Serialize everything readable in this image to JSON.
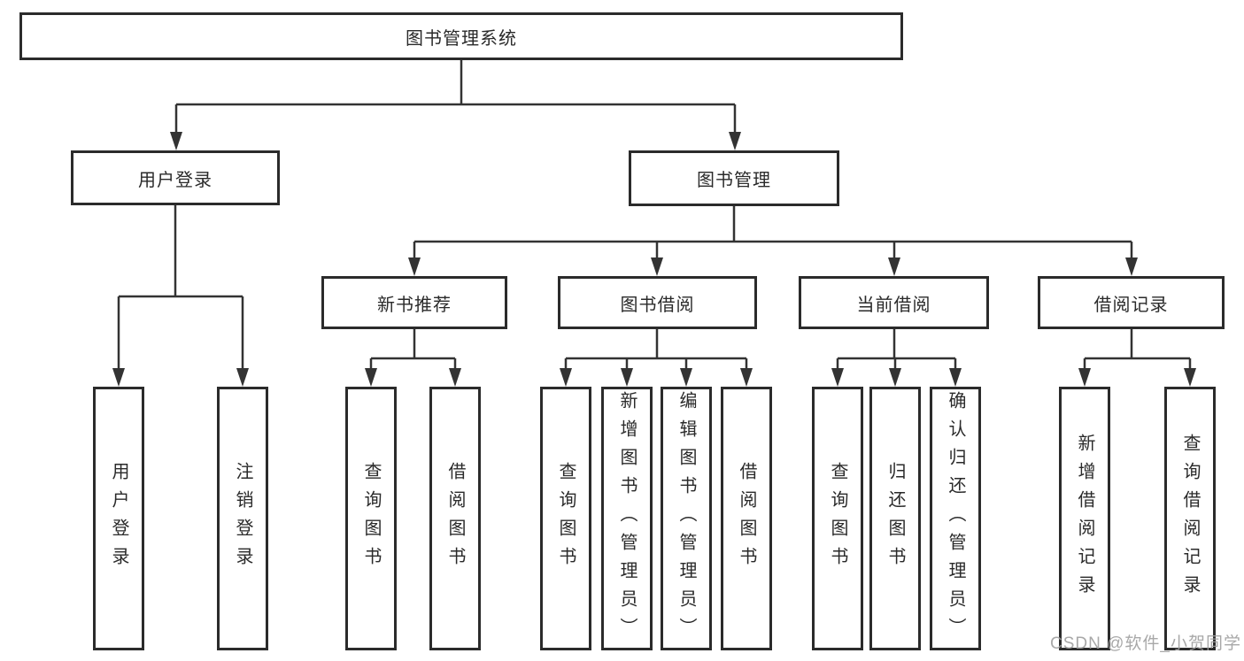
{
  "diagram": {
    "root": {
      "label": "图书管理系统"
    },
    "branches": {
      "user_login": {
        "label": "用户登录",
        "children": {
          "login": {
            "label": "用户登录"
          },
          "logout": {
            "label": "注销登录"
          }
        }
      },
      "book_mgmt": {
        "label": "图书管理",
        "children": {
          "new_book": {
            "label": "新书推荐",
            "children": {
              "query": {
                "label": "查询图书"
              },
              "borrow": {
                "label": "借阅图书"
              }
            }
          },
          "book_borrow": {
            "label": "图书借阅",
            "children": {
              "query": {
                "label": "查询图书"
              },
              "add": {
                "label": "新增图书（管理员）"
              },
              "edit": {
                "label": "编辑图书（管理员）"
              },
              "borrow": {
                "label": "借阅图书"
              }
            }
          },
          "current_borrow": {
            "label": "当前借阅",
            "children": {
              "query": {
                "label": "查询图书"
              },
              "return": {
                "label": "归还图书"
              },
              "confirm": {
                "label": "确认归还（管理员）"
              }
            }
          },
          "borrow_record": {
            "label": "借阅记录",
            "children": {
              "add": {
                "label": "新增借阅记录"
              },
              "query": {
                "label": "查询借阅记录"
              }
            }
          }
        }
      }
    }
  },
  "watermark": {
    "text": "CSDN @软件_小贺同学"
  },
  "colors": {
    "line": "#333333",
    "box_border": "#2b2b2b",
    "text": "#2a2a2a",
    "background": "#ffffff",
    "watermark": "#9e9e9e"
  }
}
